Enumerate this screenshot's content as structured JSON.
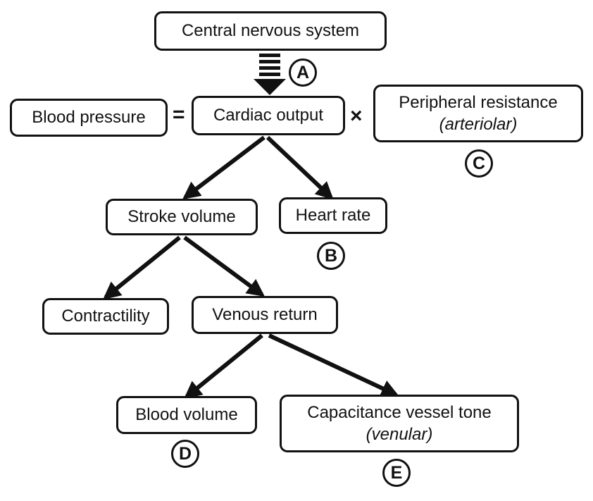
{
  "nodes": {
    "cns": "Central nervous system",
    "blood_pressure": "Blood pressure",
    "cardiac_output": "Cardiac output",
    "peripheral_resistance": "Peripheral resistance",
    "peripheral_resistance_sub": "(arteriolar)",
    "stroke_volume": "Stroke volume",
    "heart_rate": "Heart rate",
    "contractility": "Contractility",
    "venous_return": "Venous return",
    "blood_volume": "Blood volume",
    "capacitance": "Capacitance vessel tone",
    "capacitance_sub": "(venular)"
  },
  "operators": {
    "equals": "=",
    "times": "×"
  },
  "labels": {
    "a": "A",
    "b": "B",
    "c": "C",
    "d": "D",
    "e": "E"
  }
}
